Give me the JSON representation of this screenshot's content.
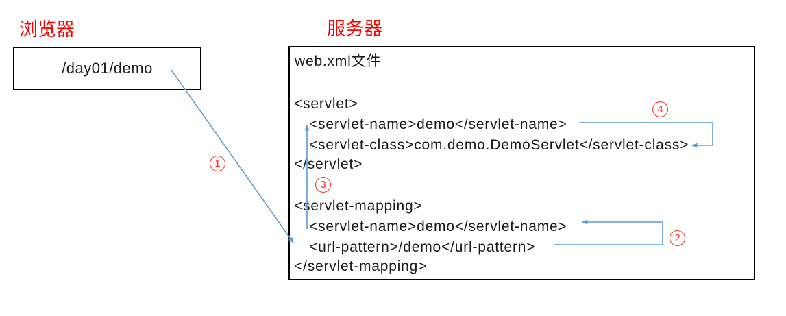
{
  "browser": {
    "label": "浏览器",
    "request_path": "/day01/demo"
  },
  "server": {
    "label": "服务器",
    "file_title": "web.xml文件",
    "code_lines": [
      {
        "text": "<servlet>",
        "indent": 0
      },
      {
        "text": "<servlet-name>demo</servlet-name>",
        "indent": 1
      },
      {
        "text": "<servlet-class>com.demo.DemoServlet</servlet-class>",
        "indent": 1
      },
      {
        "text": "</servlet>",
        "indent": 0
      },
      {
        "text": "<servlet-mapping>",
        "indent": 0
      },
      {
        "text": "<servlet-name>demo</servlet-name>",
        "indent": 1
      },
      {
        "text": "<url-pattern>/demo</url-pattern>",
        "indent": 1
      },
      {
        "text": "</servlet-mapping>",
        "indent": 0
      }
    ]
  },
  "steps": [
    "1",
    "2",
    "3",
    "4"
  ],
  "colors": {
    "arrow_blue": "#5B9BD5",
    "label_red": "#FF0000",
    "badge_red": "#FF2D21",
    "box_border": "#000000",
    "text": "#1A1A1A",
    "background": "#FFFFFF"
  }
}
